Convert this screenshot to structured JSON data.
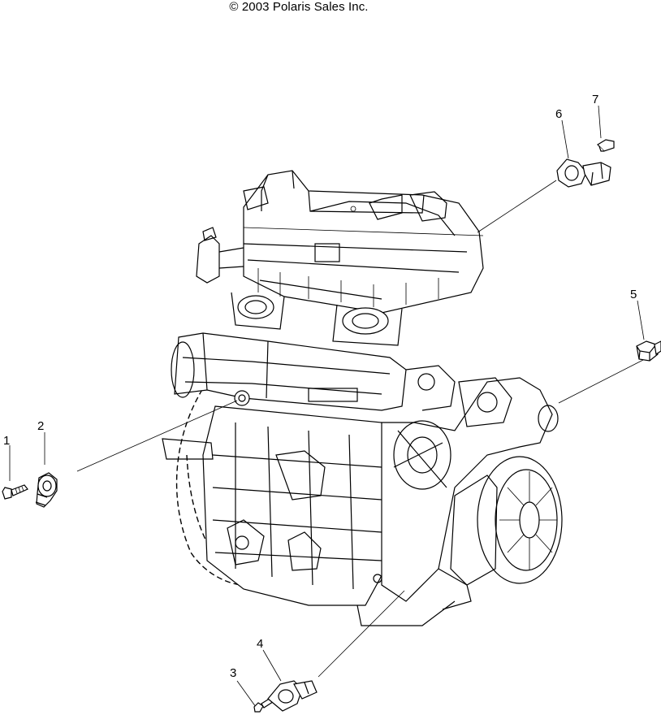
{
  "copyright": "© 2003 Polaris Sales Inc.",
  "callouts": [
    "1",
    "2",
    "3",
    "4",
    "5",
    "6",
    "7"
  ],
  "icons": {
    "engine": "engine-assembly-illustration",
    "part_1": "screw-icon",
    "part_2": "knock-sensor-icon",
    "part_3": "screw-icon",
    "part_4": "crank-position-sensor-icon",
    "part_5": "temperature-sensor-icon",
    "part_6": "cam-position-sensor-icon",
    "part_7": "screw-icon"
  }
}
